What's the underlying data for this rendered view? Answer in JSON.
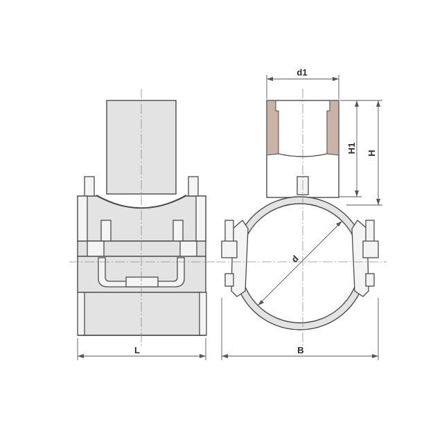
{
  "dimensions": {
    "length_label": "L",
    "width_label": "B",
    "outlet_diameter_label": "d1",
    "outlet_height_label": "H1",
    "total_height_label": "H",
    "pipe_diameter_label": "d"
  },
  "colors": {
    "line": "#4a4a4a",
    "body_fill": "#e3e3e3",
    "hatch_fill": "#c9b3a5",
    "centerline": "#8c8c8c"
  }
}
